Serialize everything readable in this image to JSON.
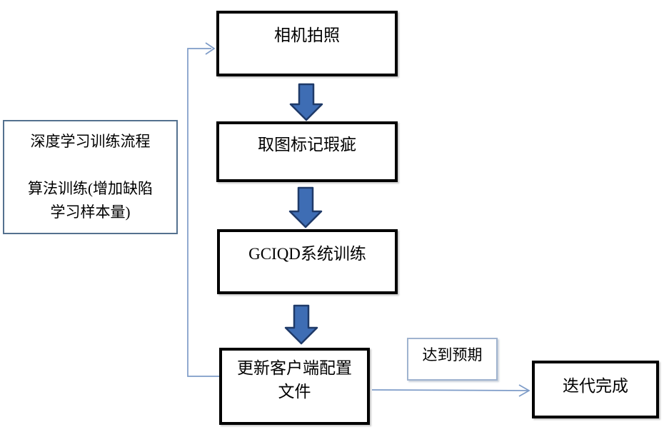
{
  "overview": {
    "line1": "深度学习训练流程",
    "line2": "算法训练(增加缺陷",
    "line3": "学习样本量)"
  },
  "steps": {
    "camera": "相机拍照",
    "mark_defects": "取图标记瑕疵",
    "system_training": "GCIQD系统训练",
    "update_config_line1": "更新客户端配置",
    "update_config_line2": "文件",
    "condition": "达到预期",
    "done": "迭代完成"
  },
  "colors": {
    "background": "#ffffff",
    "text": "#000000",
    "box-border": "#000000",
    "block-arrow-fill": "#3e6db4",
    "block-arrow-stroke": "#1f3a68",
    "connector-line": "#7e9cc8",
    "condition-border": "#9fb3cf",
    "overview-border": "#54718f"
  }
}
